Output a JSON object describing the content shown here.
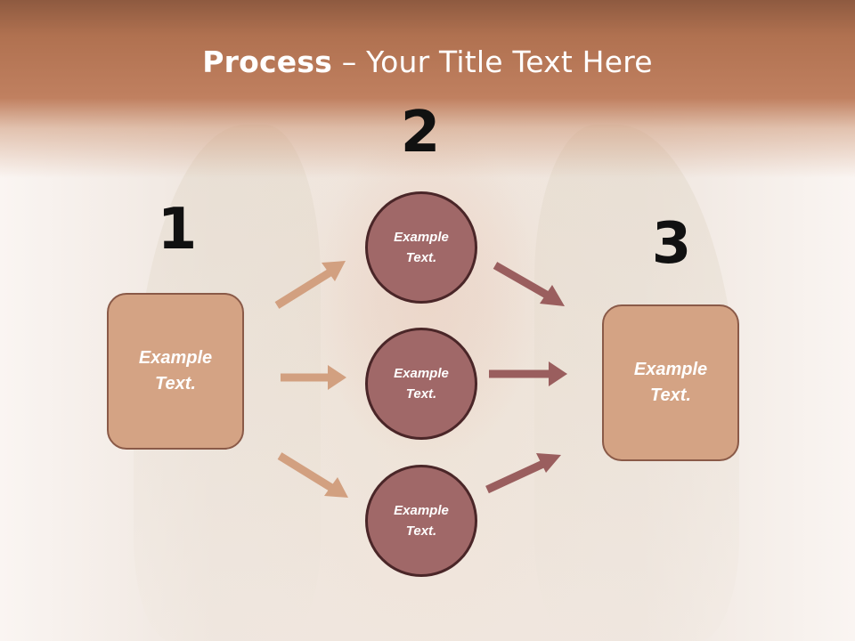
{
  "title": {
    "bold": "Process",
    "rest": " – Your Title Text Here"
  },
  "numbers": [
    "1",
    "2",
    "3"
  ],
  "left_box": {
    "text": "Example Text."
  },
  "right_box": {
    "text": "Example Text."
  },
  "circles": [
    {
      "text": "Example Text."
    },
    {
      "text": "Example Text."
    },
    {
      "text": "Example Text."
    }
  ],
  "colors": {
    "header": "#c08060",
    "box_fill": "#d4a384",
    "circle_fill": "#a06868",
    "arrow_light": "#d2a080",
    "arrow_dark": "#9a5e5e"
  }
}
